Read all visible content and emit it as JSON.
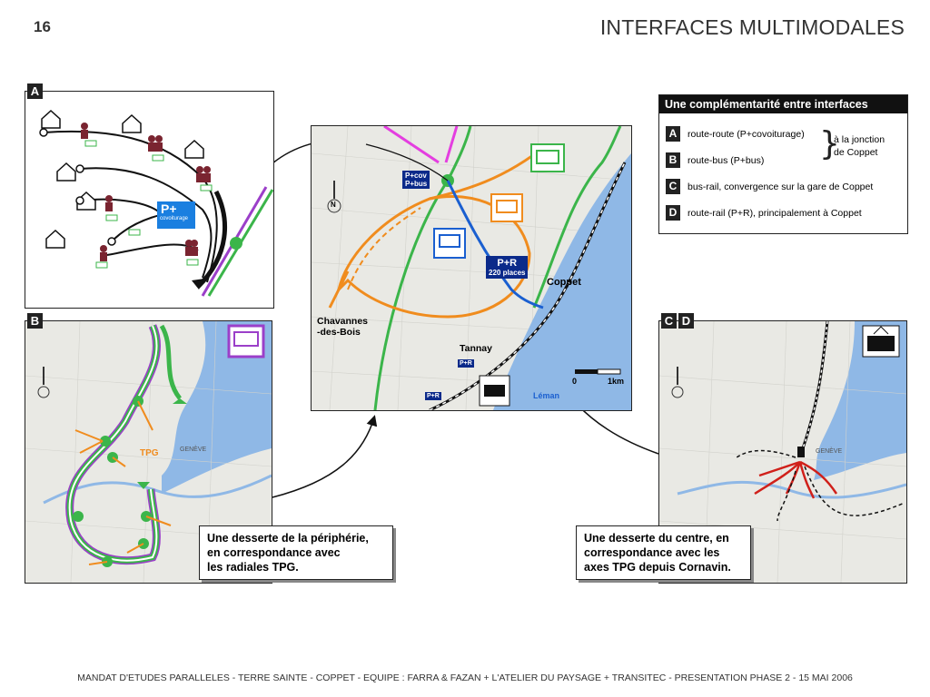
{
  "header": {
    "page_number": "16",
    "title": "INTERFACES MULTIMODALES"
  },
  "legend": {
    "title": "Une complémentarité entre interfaces",
    "rows": [
      {
        "key": "A",
        "text": "route-route (P+covoiturage)"
      },
      {
        "key": "B",
        "text": "route-bus (P+bus)"
      },
      {
        "key": "C",
        "text": "bus-rail, convergence sur la gare de Coppet"
      },
      {
        "key": "D",
        "text": "route-rail (P+R), principalement à Coppet"
      }
    ],
    "note_line1": "à la jonction",
    "note_line2": "de Coppet"
  },
  "panel_a": {
    "letter": "A",
    "parking_label": "P+",
    "parking_sub": "covoiturage"
  },
  "panel_b": {
    "letter": "B",
    "tpg_label": "TPG",
    "city_label": "GENÈVE",
    "callout_lines": [
      "Une desserte de la périphérie,",
      "en correspondance avec",
      "les radiales TPG."
    ]
  },
  "panel_cd": {
    "letter_c": "C",
    "letter_d": "D",
    "city_label": "GENÈVE",
    "callout_lines": [
      "Une desserte du centre, en",
      "correspondance avec les",
      "axes TPG depuis Cornavin."
    ]
  },
  "center_map": {
    "pcov_label": "P+cov",
    "pbus_label": "P+bus",
    "pr_label": "P+R",
    "pr_places": "220 places",
    "coppet_label": "Coppet",
    "chavannes_line1": "Chavannes",
    "chavannes_line2": "-des-Bois",
    "tannay_label": "Tannay",
    "pr_small_1": "P+R",
    "pr_small_2": "P+R",
    "leman_label": "Léman",
    "scale_zero": "0",
    "scale_one": "1km",
    "north_label": "N"
  },
  "colors": {
    "green": "#3bb54a",
    "orange": "#f08c1e",
    "blue": "#1a5fd0",
    "purple": "#9b3fc9",
    "magenta": "#e43ee0",
    "lake": "#8fb8e6"
  },
  "footer": "MANDAT D'ETUDES PARALLELES  -  TERRE SAINTE  -  COPPET  -  EQUIPE  :  FARRA & FAZAN  +  L'ATELIER DU PAYSAGE  +  TRANSITEC  -  PRESENTATION PHASE 2  -  15 MAI 2006"
}
